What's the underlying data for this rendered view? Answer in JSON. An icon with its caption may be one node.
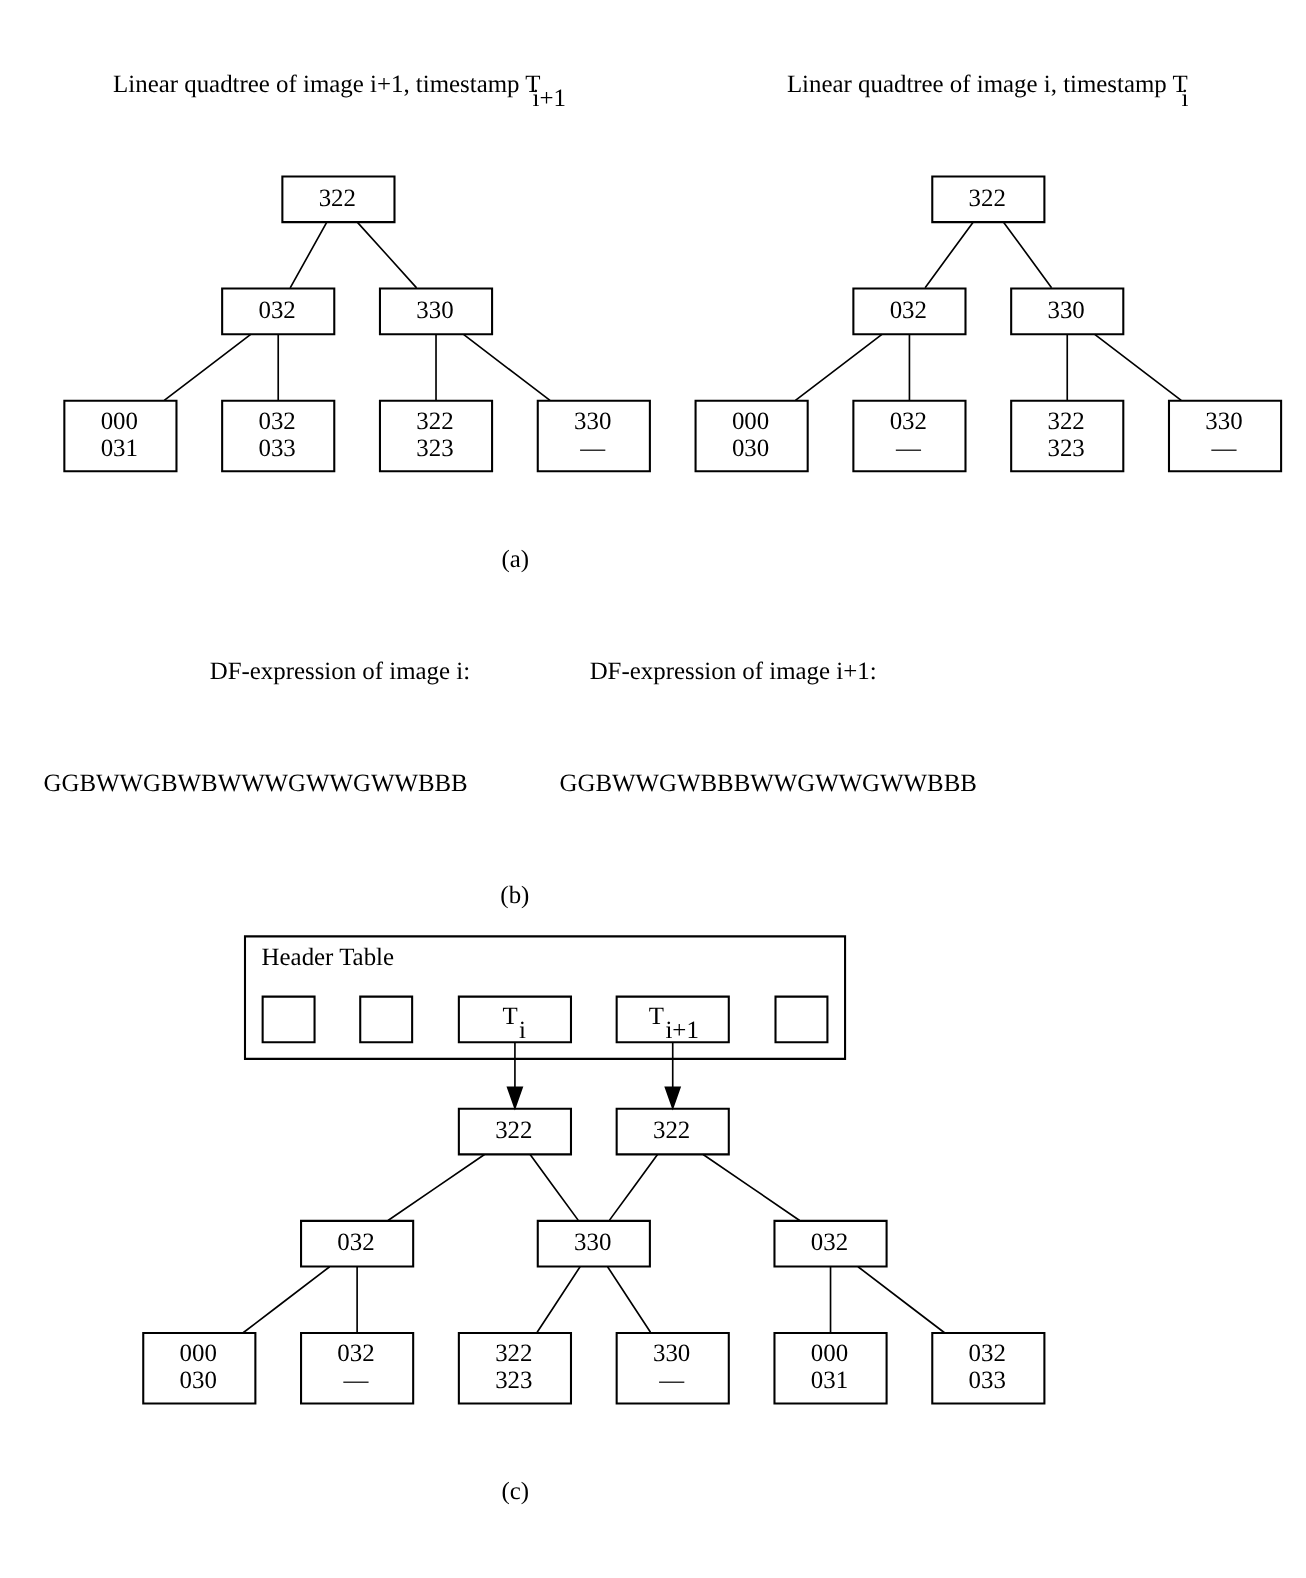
{
  "diagram": {
    "nodes": [
      {
        "text": [
          "322"
        ]
      },
      {
        "text": [
          "032"
        ]
      },
      {
        "text": [
          "330"
        ]
      },
      {
        "text": [
          "000",
          "030"
        ]
      },
      {
        "text": [
          "032",
          "—"
        ]
      },
      {
        "text": [
          "322",
          "323"
        ]
      },
      {
        "text": [
          "330",
          "—"
        ]
      },
      {
        "text": [
          "322"
        ]
      },
      {
        "text": [
          "032"
        ]
      },
      {
        "text": [
          "330"
        ]
      },
      {
        "text": [
          "000",
          "031"
        ]
      },
      {
        "text": [
          "032",
          "033"
        ]
      },
      {
        "text": [
          "322",
          "323"
        ]
      },
      {
        "text": [
          "330",
          "—"
        ]
      },
      {
        "text": [
          "Header Table"
        ]
      },
      {
        "text": [],
        "shape": "box",
        "in": 14
      },
      {
        "text": [],
        "shape": "box",
        "in": 14
      },
      {
        "text": [
          "T$_{i}$"
        ],
        "in": 14
      },
      {
        "text": [
          "T$_{i+1}$"
        ],
        "in": 14
      },
      {
        "text": [],
        "shape": "box",
        "in": 14
      },
      {
        "text": [
          "322"
        ]
      },
      {
        "text": [
          "322"
        ]
      },
      {
        "text": [
          "032"
        ]
      },
      {
        "text": [
          "330"
        ]
      },
      {
        "text": [
          "032"
        ]
      },
      {
        "text": [
          "000",
          "030"
        ]
      },
      {
        "text": [
          "032",
          "—"
        ]
      },
      {
        "text": [
          "322",
          "323"
        ]
      },
      {
        "text": [
          "330",
          "—"
        ]
      },
      {
        "text": [
          "000",
          "031"
        ]
      },
      {
        "text": [
          "032",
          "033"
        ]
      }
    ],
    "edges": [
      {
        "from": 0,
        "to": 1,
        "arrow": "none"
      },
      {
        "from": 0,
        "to": 2,
        "arrow": "none"
      },
      {
        "from": 1,
        "to": 3,
        "arrow": "none"
      },
      {
        "from": 1,
        "to": 4,
        "arrow": "none"
      },
      {
        "from": 2,
        "to": 5,
        "arrow": "none"
      },
      {
        "from": 2,
        "to": 6,
        "arrow": "none"
      },
      {
        "from": 7,
        "to": 8,
        "arrow": "none"
      },
      {
        "from": 7,
        "to": 9,
        "arrow": "none"
      },
      {
        "from": 8,
        "to": 10,
        "arrow": "none"
      },
      {
        "from": 8,
        "to": 11,
        "arrow": "none"
      },
      {
        "from": 9,
        "to": 12,
        "arrow": "none"
      },
      {
        "from": 9,
        "to": 13,
        "arrow": "none"
      },
      {
        "from": 17,
        "to": 20,
        "arrow": "to"
      },
      {
        "from": 18,
        "to": 21,
        "arrow": "to"
      },
      {
        "from": 20,
        "to": 22,
        "arrow": "none"
      },
      {
        "from": 20,
        "to": 23,
        "arrow": "none"
      },
      {
        "from": 21,
        "to": 23,
        "arrow": "none"
      },
      {
        "from": 21,
        "to": 24,
        "arrow": "none"
      },
      {
        "from": 22,
        "to": 25,
        "arrow": "none"
      },
      {
        "from": 22,
        "to": 26,
        "arrow": "none"
      },
      {
        "from": 23,
        "to": 27,
        "arrow": "none"
      },
      {
        "from": 23,
        "to": 28,
        "arrow": "none"
      },
      {
        "from": 24,
        "to": 29,
        "arrow": "none"
      },
      {
        "from": 24,
        "to": 30,
        "arrow": "none"
      }
    ],
    "labels": [
      "Linear quadtree of image i, timestamp T$_{i}$",
      "Linear quadtree of image i+1, timestamp T$_{i+1}$",
      "(a)",
      "DF-expression of image i:",
      "GGBWWGBWBWWWGWWGWWBBB",
      "DF-expression of image i+1:",
      "GGBWWGWBBBWWGWWGWWBBB",
      "(b)",
      "(c)"
    ]
  }
}
